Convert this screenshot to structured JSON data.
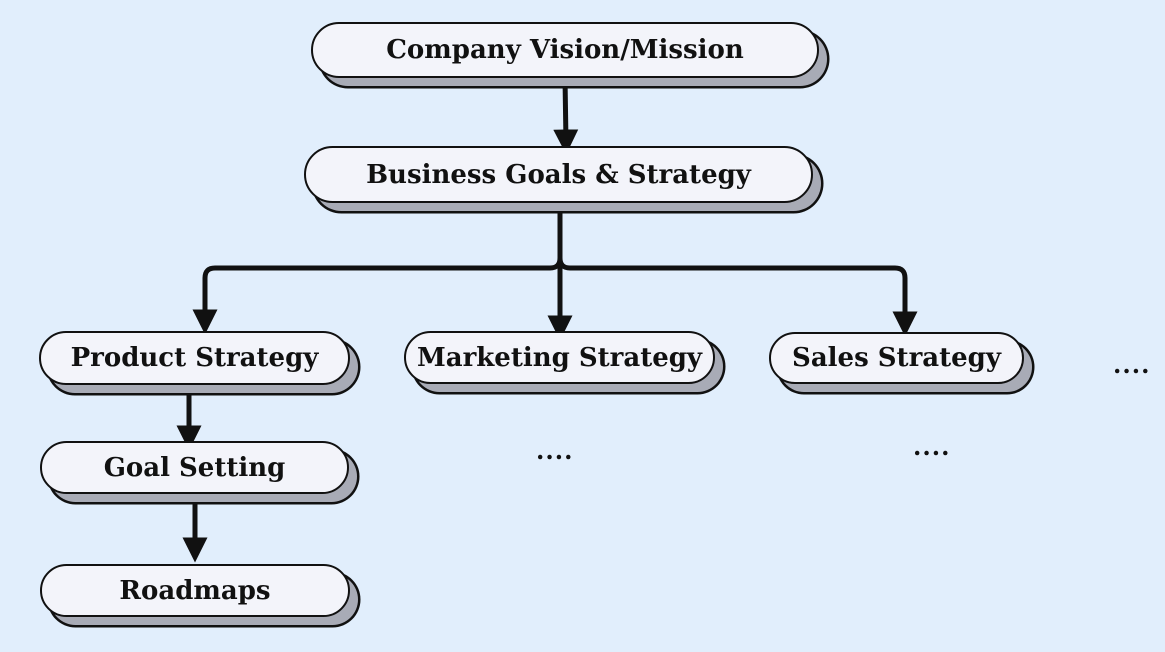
{
  "diagram": {
    "nodes": {
      "vision": "Company Vision/Mission",
      "business": "Business Goals & Strategy",
      "product": "Product Strategy",
      "marketing": "Marketing Strategy",
      "sales": "Sales Strategy",
      "goal_setting": "Goal Setting",
      "roadmaps": "Roadmaps"
    },
    "ellipsis": {
      "right": "....",
      "under_marketing": "....",
      "under_sales": "...."
    },
    "edges": [
      {
        "from": "vision",
        "to": "business"
      },
      {
        "from": "business",
        "to": "product"
      },
      {
        "from": "business",
        "to": "marketing"
      },
      {
        "from": "business",
        "to": "sales"
      },
      {
        "from": "product",
        "to": "goal_setting"
      },
      {
        "from": "goal_setting",
        "to": "roadmaps"
      }
    ],
    "colors": {
      "background": "#e1eefc",
      "node_fill": "#f3f4fa",
      "node_shadow": "#a8abb6",
      "stroke": "#111111"
    }
  }
}
